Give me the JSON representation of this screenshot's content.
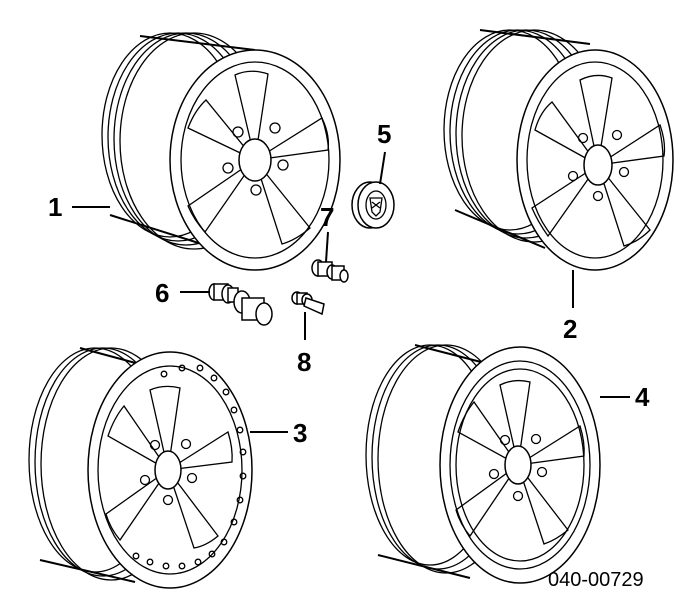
{
  "diagram": {
    "callouts": {
      "c1": "1",
      "c2": "2",
      "c3": "3",
      "c4": "4",
      "c5": "5",
      "c6": "6",
      "c7": "7",
      "c8": "8"
    },
    "reference_code": "040-00729"
  },
  "colors": {
    "ink": "#000000",
    "paper": "#ffffff"
  }
}
